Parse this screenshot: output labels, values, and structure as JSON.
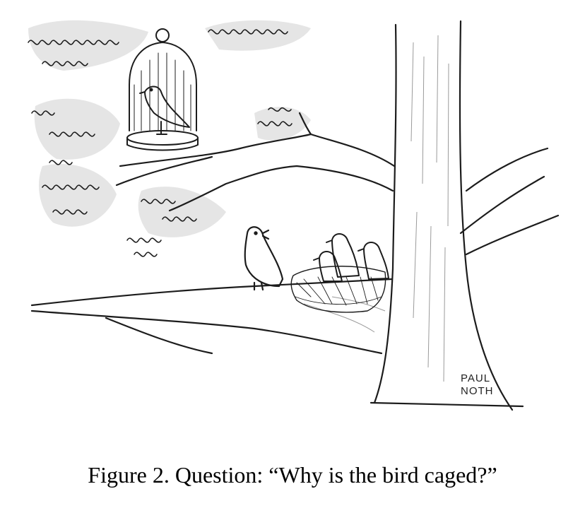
{
  "figure": {
    "signature_line1": "PAUL",
    "signature_line2": "NOTH"
  },
  "caption": {
    "text": "Figure 2. Question: “Why is the bird caged?”"
  }
}
